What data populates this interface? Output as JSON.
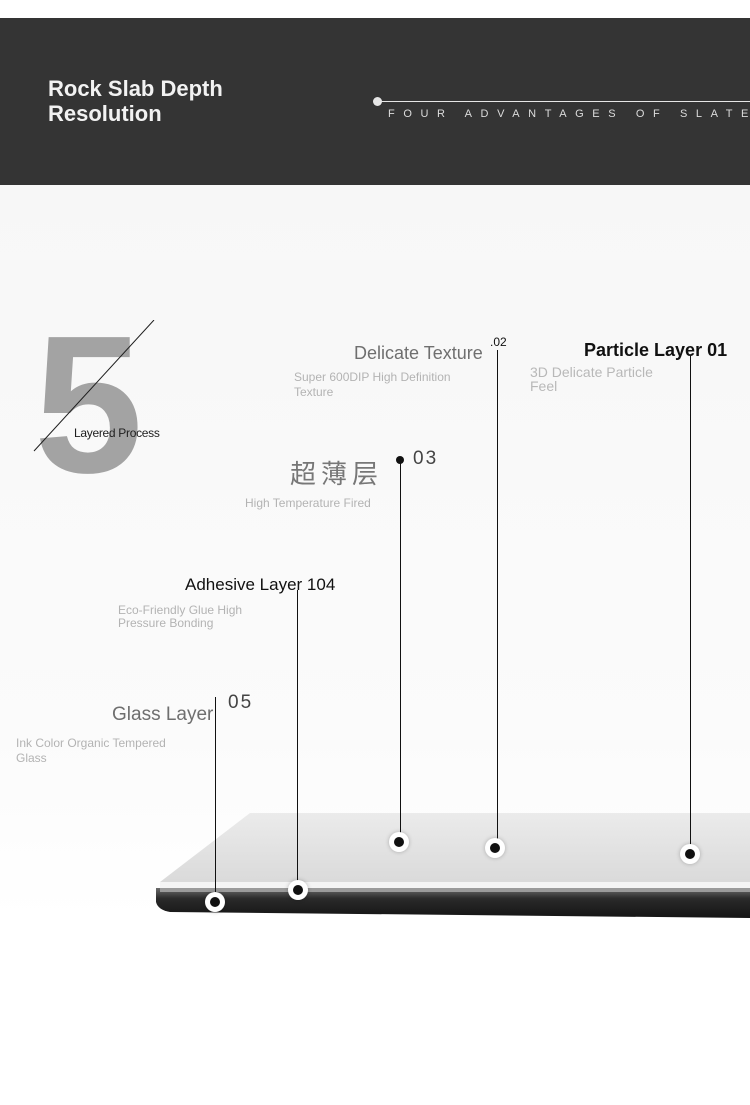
{
  "header": {
    "title": "Rock Slab Depth Resolution",
    "subtitle": "FOUR ADVANTAGES OF SLATE"
  },
  "intro": {
    "number": "5",
    "caption": "Layered Process"
  },
  "layers": [
    {
      "title": "Particle Layer 01",
      "description": "3D Delicate Particle Feel"
    },
    {
      "title": "Delicate Texture",
      "number": ".02",
      "description": "Super 600DIP High Definition Texture"
    },
    {
      "title": "超薄层",
      "number": "03",
      "description": "High Temperature Fired"
    },
    {
      "title": "Adhesive Layer 104",
      "description": "Eco-Friendly Glue High Pressure Bonding"
    },
    {
      "title": "Glass Layer",
      "number": "05",
      "description": "Ink Color Organic Tempered Glass"
    }
  ],
  "colors": {
    "header_bg": "#343434",
    "title_dark": "#111111",
    "title_gray": "#6f6f6f",
    "desc_gray": "#b3b3b3",
    "numeral_gray": "#a3a3a3"
  }
}
